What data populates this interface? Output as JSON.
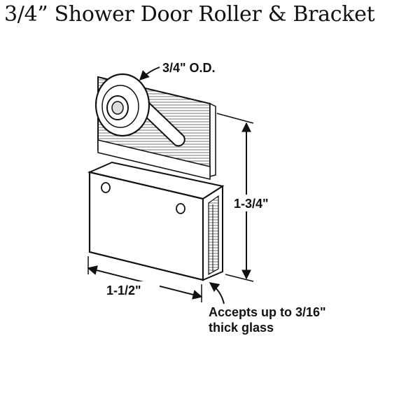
{
  "title": "3/4” Shower Door Roller & Bracket",
  "labels": {
    "roller_diameter": "3/4\" O.D.",
    "height": "1-3/4\"",
    "width": "1-1/2\"",
    "glass_line1": "Accepts up to 3/16\"",
    "glass_line2": "thick glass"
  },
  "colors": {
    "line": "#111111",
    "background": "#ffffff"
  }
}
